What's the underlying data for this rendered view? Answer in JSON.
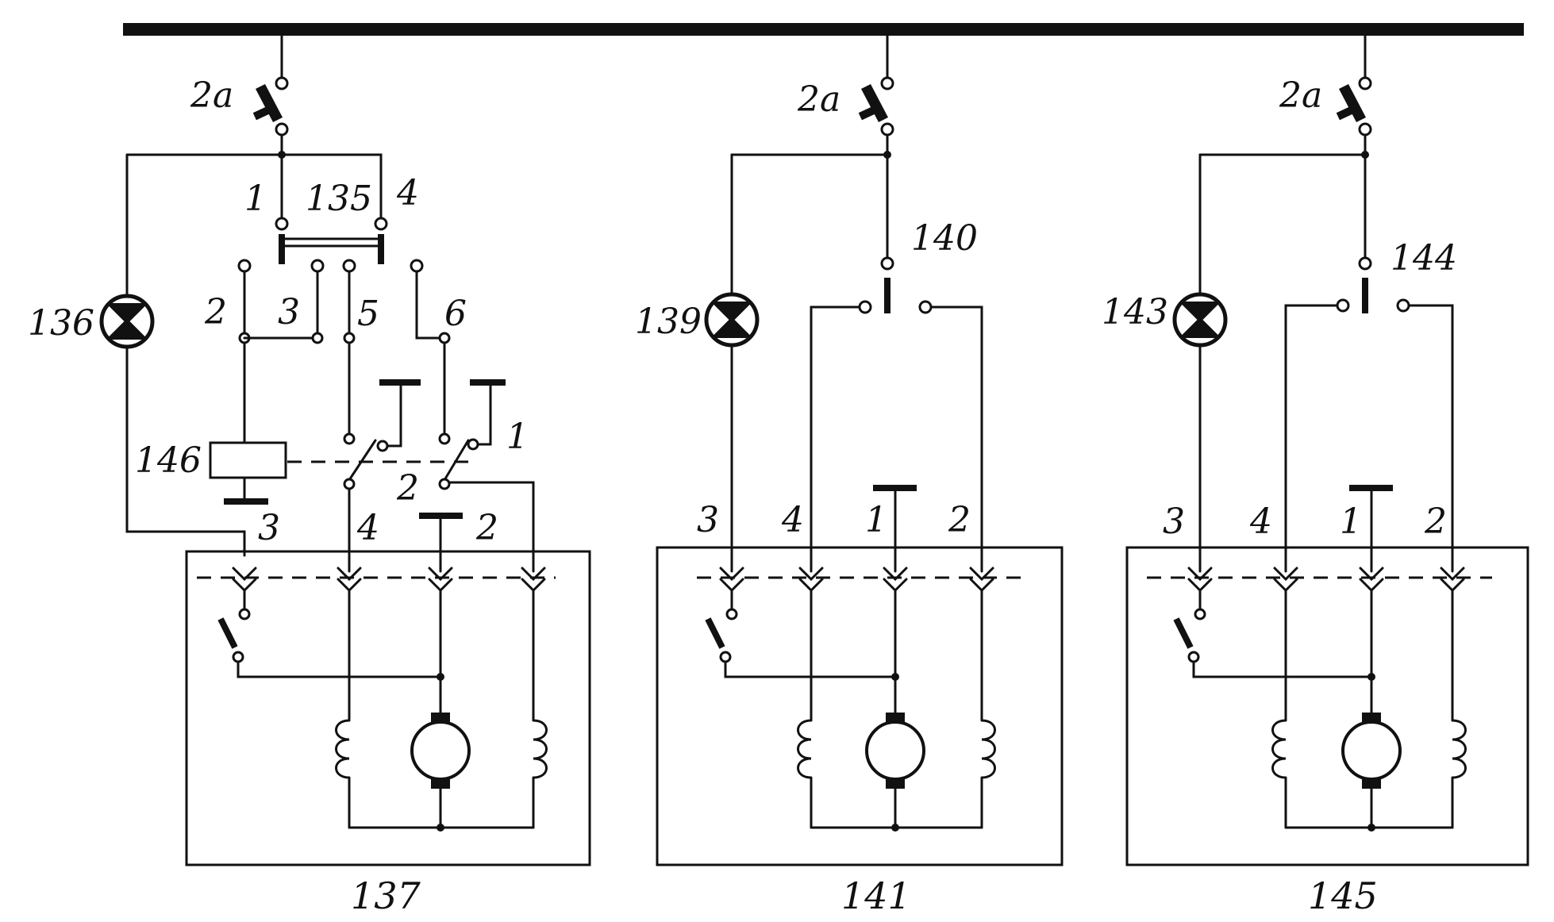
{
  "labels": {
    "switch_2a_1": "2a",
    "switch_2a_2": "2a",
    "switch_2a_3": "2a",
    "lamp_136": "136",
    "lamp_139": "139",
    "lamp_143": "143",
    "controller_135": "135",
    "switch_140": "140",
    "switch_144": "144",
    "relay_146": "146",
    "unit_137": "137",
    "unit_141": "141",
    "unit_145": "145",
    "c135_pin1": "1",
    "c135_pin4": "4",
    "c135_pin2": "2",
    "c135_pin3": "3",
    "c135_pin5": "5",
    "c135_pin6": "6",
    "relay_contact_1": "1",
    "relay_contact_2": "2",
    "u137_pin3": "3",
    "u137_pin4": "4",
    "u137_pin2": "2",
    "u141_pin3": "3",
    "u141_pin4": "4",
    "u141_pin1": "1",
    "u141_pin2": "2",
    "u145_pin3": "3",
    "u145_pin4": "4",
    "u145_pin1": "1",
    "u145_pin2": "2"
  }
}
